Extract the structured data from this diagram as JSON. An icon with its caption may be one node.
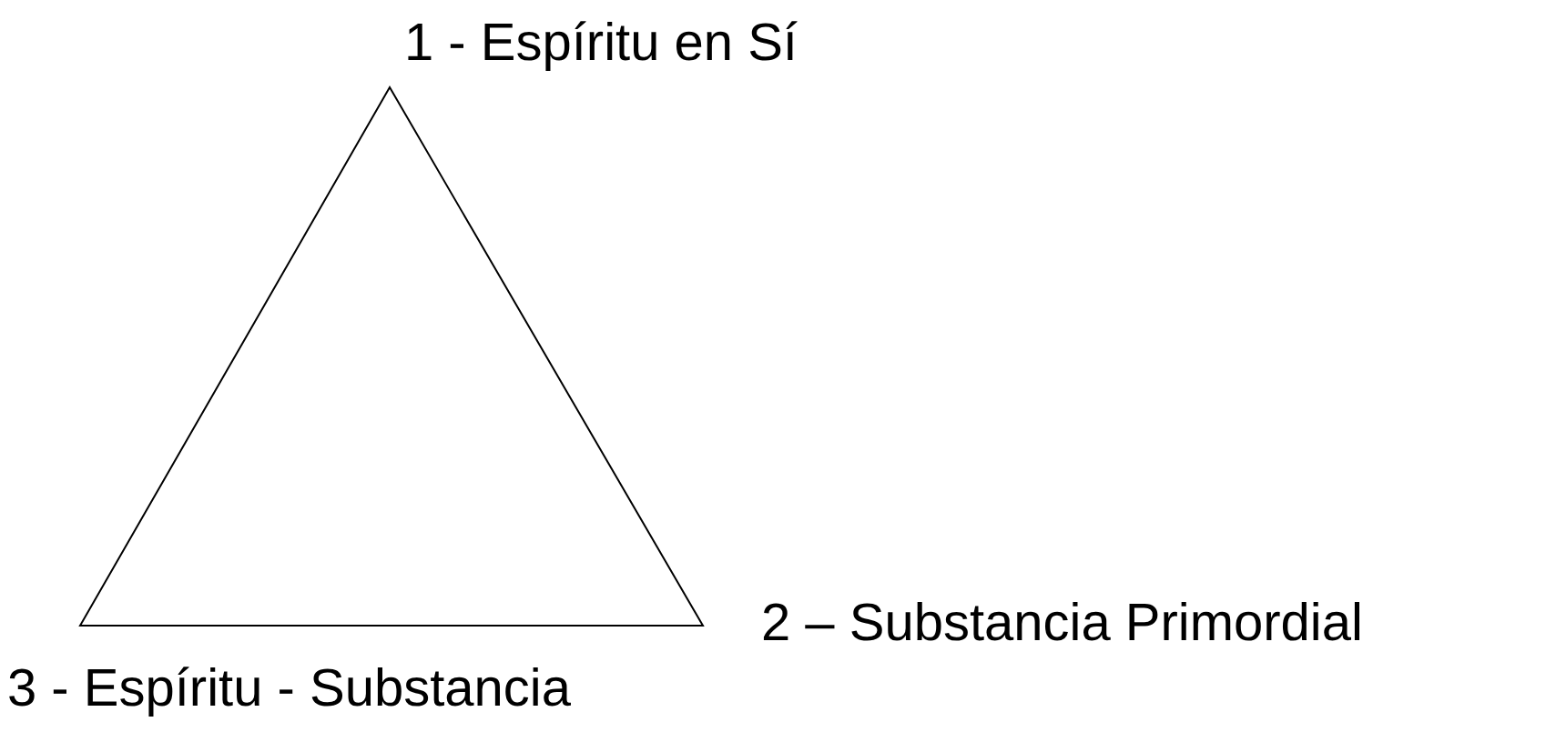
{
  "diagram": {
    "nodes": [
      {
        "text": [],
        "shape": "triangle",
        "beside": [
          "1 - Espíritu en Sí",
          "2 – Substancia Primordial",
          "3 - Espíritu - Substancia"
        ]
      }
    ]
  }
}
